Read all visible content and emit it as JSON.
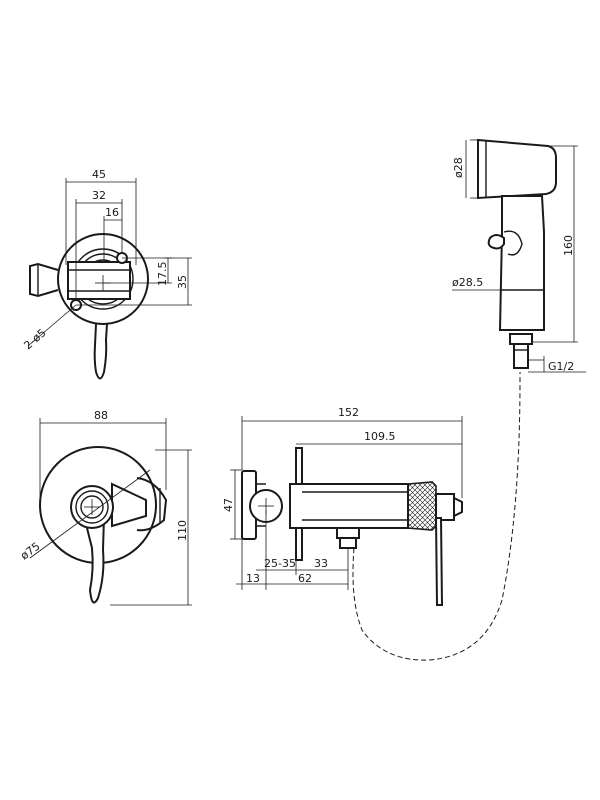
{
  "dimensions": {
    "top_width": "45",
    "top_inner": "32",
    "top_small": "16",
    "top_h1": "17.5",
    "top_h2": "35",
    "top_holes": "2-ø5",
    "front_width": "88",
    "front_height": "110",
    "front_dia": "ø75",
    "side_length": "152",
    "side_body": "109.5",
    "side_height": "47",
    "side_range": "25-35",
    "side_33": "33",
    "side_13": "13",
    "side_62": "62",
    "shower_head": "ø28",
    "shower_handle": "ø28.5",
    "shower_length": "160",
    "shower_thread": "G1/2"
  },
  "colors": {
    "line": "#1a1a1a",
    "background": "#ffffff"
  }
}
